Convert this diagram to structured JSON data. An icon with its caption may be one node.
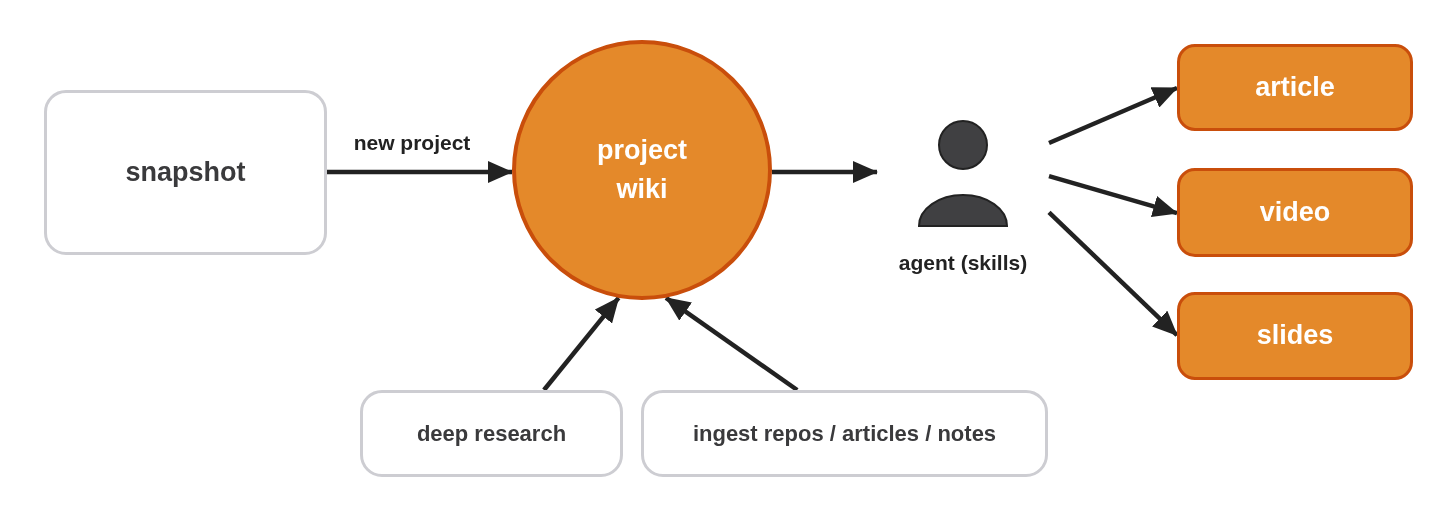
{
  "diagram": {
    "nodes": [
      {
        "text": [
          "snapshot"
        ]
      },
      {
        "text": [
          "project wiki"
        ]
      },
      {
        "text": [
          "agent (skills)"
        ]
      },
      {
        "text": [
          "article"
        ]
      },
      {
        "text": [
          "video"
        ]
      },
      {
        "text": [
          "slides"
        ]
      },
      {
        "text": [
          "deep research"
        ]
      },
      {
        "text": [
          "ingest repos / articles / notes"
        ]
      }
    ],
    "edges": [
      {
        "from": 0,
        "to": 1,
        "arrow": "to",
        "label": "new project"
      },
      {
        "from": 1,
        "to": 2,
        "arrow": "to"
      },
      {
        "from": 2,
        "to": 3,
        "arrow": "to"
      },
      {
        "from": 2,
        "to": 4,
        "arrow": "to"
      },
      {
        "from": 2,
        "to": 5,
        "arrow": "to"
      },
      {
        "from": 6,
        "to": 1,
        "arrow": "to"
      },
      {
        "from": 7,
        "to": 1,
        "arrow": "to"
      }
    ]
  }
}
